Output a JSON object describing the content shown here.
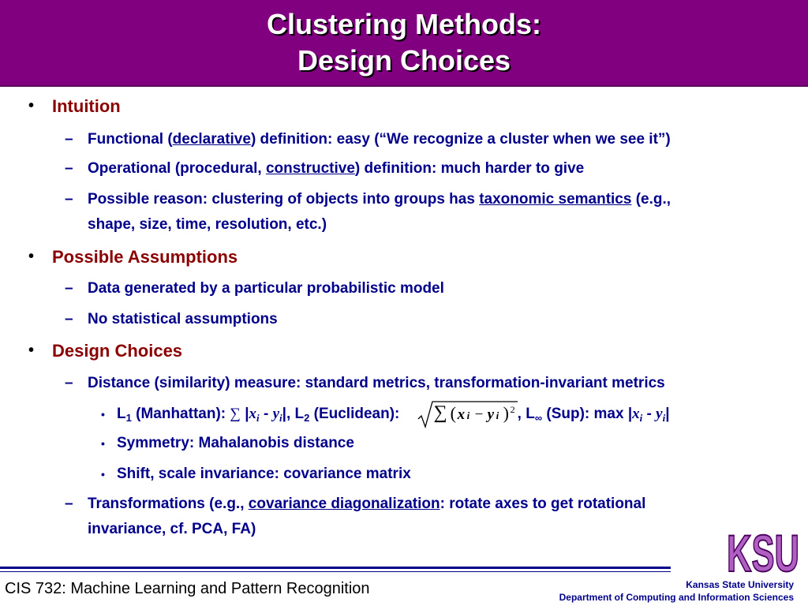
{
  "header": {
    "title_line_1": "Clustering Methods:",
    "title_line_2": "Design Choices"
  },
  "content": {
    "intuition": {
      "heading": "Intuition",
      "functional": {
        "pre": "Functional (",
        "link": "declarative",
        "post": ") definition: easy (“We recognize a cluster when we see it”)"
      },
      "operational": {
        "pre": "Operational (procedural, ",
        "link": "constructive",
        "post": ") definition: much harder to give"
      },
      "reason": {
        "pre": "Possible reason: clustering of objects into groups has ",
        "link": "taxonomic semantics",
        "post": " (e.g.,",
        "line2": "shape, size, time, resolution, etc.)"
      }
    },
    "assumptions": {
      "heading": "Possible Assumptions",
      "items": [
        "Data generated by a particular probabilistic model",
        "No statistical assumptions"
      ]
    },
    "design": {
      "heading": "Design Choices",
      "distance": "Distance (similarity) measure: standard metrics, transformation-invariant metrics",
      "metrics": {
        "l": "L",
        "sub1": "1",
        "manhattan": " (Manhattan): ",
        "sigma": "∑",
        "bar": " |",
        "xi": "x",
        "i": "i",
        "minus": " - ",
        "yi": "y",
        "bar_close": "|, ",
        "sub2": "2",
        "euclidean": " (Euclidean): ",
        "formula_sigma": "∑",
        "formula_x": "x",
        "formula_minus": "−",
        "formula_y": "y",
        "formula_sq": "2",
        "comma": ", ",
        "subinf": "∞",
        "sup_label": " (Sup): max |"
      },
      "symmetry": "Symmetry: Mahalanobis distance",
      "shift": "Shift, scale invariance: covariance matrix",
      "transformations": {
        "pre": "Transformations (e.g., ",
        "link": "covariance diagonalization",
        "post": ": rotate axes to get rotational",
        "line2": "invariance, cf. PCA, FA)"
      }
    }
  },
  "footer": {
    "course": "CIS 732: Machine Learning and Pattern Recognition",
    "university": "Kansas State University",
    "department": "Department of Computing and Information Sciences",
    "logo_text": "KSU"
  },
  "colors": {
    "header_bg": "#800080",
    "heading": "#8b0000",
    "body_text": "#00008b"
  },
  "icons": {
    "bullet_1": "•",
    "bullet_2": "–",
    "bullet_3": "•"
  }
}
